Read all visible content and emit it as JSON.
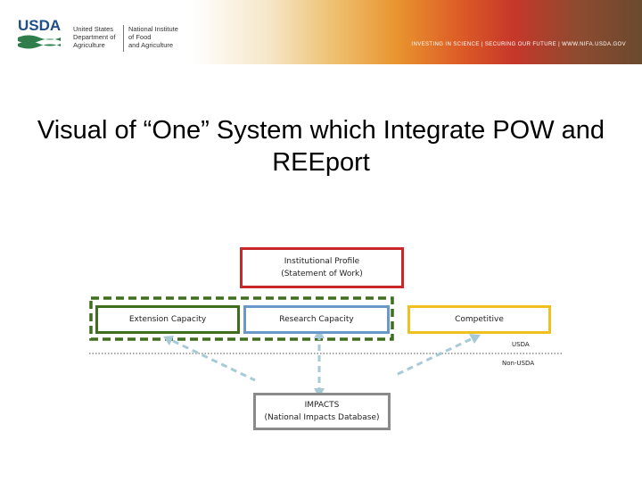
{
  "header": {
    "logo_text": "USDA",
    "agency_left": "United States\nDepartment of\nAgriculture",
    "agency_right": "National Institute\nof Food\nand Agriculture",
    "tagline": "INVESTING IN SCIENCE | SECURING OUR FUTURE | WWW.NIFA.USDA.GOV"
  },
  "title": "Visual of “One” System which Integrate POW and REEport",
  "diagram": {
    "institutional_profile": "Institutional Profile\n(Statement of Work)",
    "extension_capacity": "Extension Capacity",
    "research_capacity": "Research Capacity",
    "competitive": "Competitive",
    "usda_label": "USDA",
    "non_usda_label": "Non-USDA",
    "impacts": "IMPACTS\n(National Impacts Database)"
  },
  "colors": {
    "red": "#c8282a",
    "green": "#3f6e1e",
    "blue": "#6a98c8",
    "yellow": "#f0c020",
    "gray": "#8a8a8a",
    "arrow": "#a8cad6"
  }
}
